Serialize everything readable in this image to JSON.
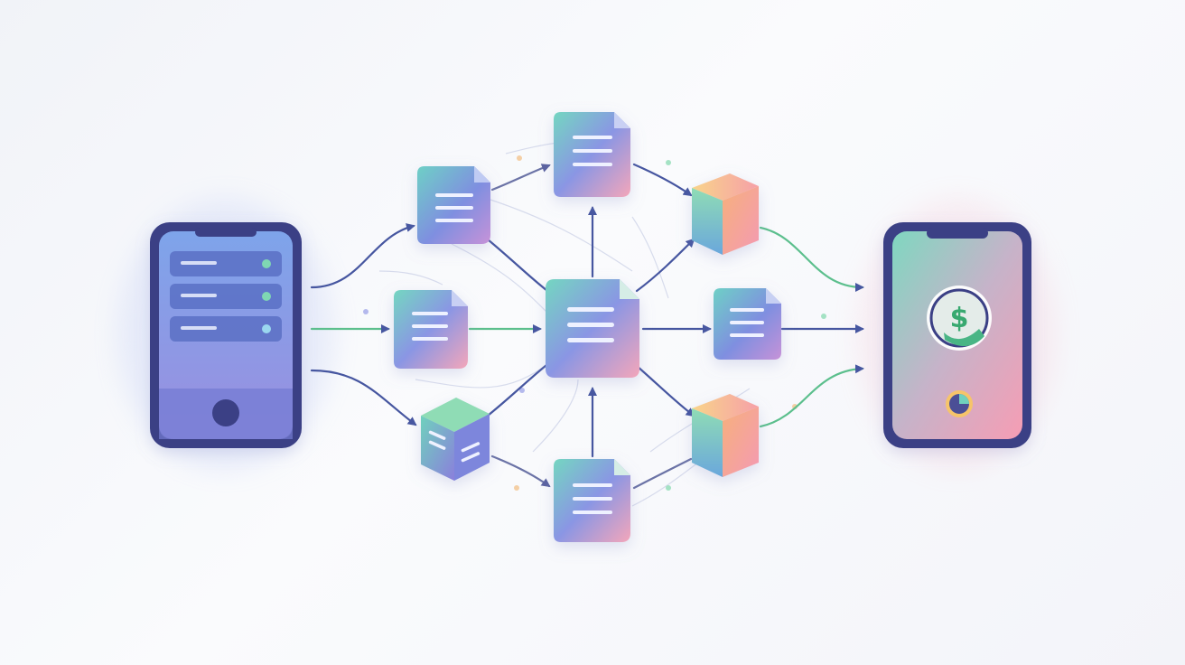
{
  "diagram": {
    "type": "flow-network",
    "colors": {
      "background": "#f4f5f9",
      "navy": "#3a3f85",
      "arrow_blue": "#4656a0",
      "arrow_green": "#5cbf8d",
      "arrow_gray": "#6b73a6",
      "device_blue": "#7f8fdc",
      "teal": "#71d3c1",
      "pink": "#f5a3b7",
      "orange": "#f8b07a",
      "purple": "#8d82dd"
    },
    "icons": {
      "source": "server-phone-icon",
      "document": "document-icon",
      "cube": "cube-icon",
      "target": "payment-phone-icon",
      "currency": "dollar-icon",
      "chart": "pie-chart-icon"
    },
    "nodes": [
      {
        "id": "source-phone",
        "kind": "device",
        "icon": "server-phone-icon",
        "server_rows": 3
      },
      {
        "id": "doc-upper-left",
        "kind": "document"
      },
      {
        "id": "doc-middle-left",
        "kind": "document"
      },
      {
        "id": "cube-lower-left",
        "kind": "cube"
      },
      {
        "id": "doc-top",
        "kind": "document"
      },
      {
        "id": "doc-center",
        "kind": "document"
      },
      {
        "id": "doc-bottom",
        "kind": "document"
      },
      {
        "id": "cube-upper-right",
        "kind": "cube"
      },
      {
        "id": "doc-middle-right",
        "kind": "document"
      },
      {
        "id": "cube-lower-right",
        "kind": "cube"
      },
      {
        "id": "target-phone",
        "kind": "device",
        "icon": "payment-phone-icon",
        "symbol": "$"
      }
    ],
    "edges": [
      {
        "from": "source-phone",
        "to": "doc-upper-left",
        "color": "arrow_blue"
      },
      {
        "from": "source-phone",
        "to": "doc-middle-left",
        "color": "arrow_green"
      },
      {
        "from": "source-phone",
        "to": "cube-lower-left",
        "color": "arrow_blue"
      },
      {
        "from": "doc-upper-left",
        "to": "doc-top",
        "color": "arrow_gray"
      },
      {
        "from": "doc-upper-left",
        "to": "doc-center",
        "color": "arrow_blue"
      },
      {
        "from": "doc-middle-left",
        "to": "doc-center",
        "color": "arrow_green"
      },
      {
        "from": "cube-lower-left",
        "to": "doc-center",
        "color": "arrow_blue"
      },
      {
        "from": "cube-lower-left",
        "to": "doc-bottom",
        "color": "arrow_gray"
      },
      {
        "from": "doc-center",
        "to": "doc-top",
        "color": "arrow_blue"
      },
      {
        "from": "doc-bottom",
        "to": "doc-center",
        "color": "arrow_blue"
      },
      {
        "from": "doc-top",
        "to": "cube-upper-right",
        "color": "arrow_blue"
      },
      {
        "from": "doc-center",
        "to": "cube-upper-right",
        "color": "arrow_blue"
      },
      {
        "from": "doc-center",
        "to": "doc-middle-right",
        "color": "arrow_blue"
      },
      {
        "from": "doc-center",
        "to": "cube-lower-right",
        "color": "arrow_blue"
      },
      {
        "from": "doc-bottom",
        "to": "cube-lower-right",
        "color": "arrow_gray"
      },
      {
        "from": "cube-upper-right",
        "to": "target-phone",
        "color": "arrow_green"
      },
      {
        "from": "doc-middle-right",
        "to": "target-phone",
        "color": "arrow_blue"
      },
      {
        "from": "cube-lower-right",
        "to": "target-phone",
        "color": "arrow_green"
      }
    ],
    "payment_symbol": "$"
  }
}
